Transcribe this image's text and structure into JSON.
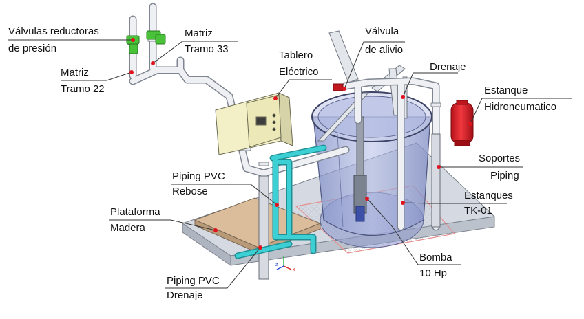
{
  "labels": {
    "valvulas_reductoras": {
      "line1": "Válvulas reductoras",
      "line2": "de presión"
    },
    "matriz_tramo_33": {
      "line1": "Matriz",
      "line2": "Tramo 33"
    },
    "matriz_tramo_22": {
      "line1": "Matriz",
      "line2": "Tramo 22"
    },
    "tablero_electrico": {
      "line1": "Tablero",
      "line2": "Eléctrico"
    },
    "valvula_alivio": {
      "line1": "Válvula",
      "line2": "de alivio"
    },
    "drenaje": {
      "line1": "Drenaje"
    },
    "estanque_hidroneumatico": {
      "line1": "Estanque",
      "line2": "Hidroneumatico"
    },
    "soportes_piping": {
      "line1": "Soportes",
      "line2": "Piping"
    },
    "piping_pvc_rebose": {
      "line1": "Piping PVC",
      "line2": "Rebose"
    },
    "estanques_tk01": {
      "line1": "Estanques",
      "line2": "TK-01"
    },
    "plataforma_madera": {
      "line1": "Plataforma",
      "line2": "Madera"
    },
    "bomba": {
      "line1": "Bomba",
      "line2": "10 Hp"
    },
    "piping_pvc_drenaje": {
      "line1": "Piping PVC",
      "line2": "Drenaje"
    }
  },
  "colors": {
    "pipe": "#eef0f3",
    "pipe_edge": "#8a9099",
    "pvc": "#2fc3c8",
    "tank": "#9aa6d8",
    "platform": "#cdd3dc",
    "wood": "#d8b896",
    "panel": "#f2efc6",
    "hydro_tank": "#e8262c",
    "valve_green": "#49c23a",
    "marker": "#e0141e"
  },
  "icons": [
    "axis-triad-icon"
  ]
}
